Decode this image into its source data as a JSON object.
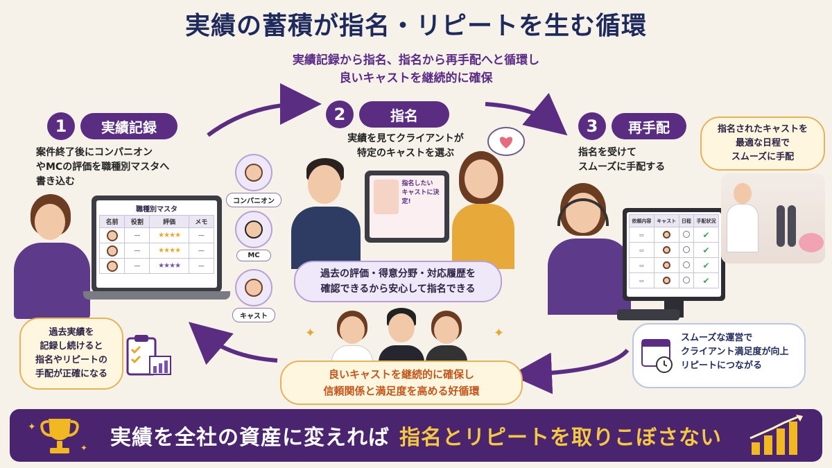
{
  "title": "実績の蓄積が指名・リピートを生む循環",
  "subtitle_lines": [
    "実績記録から指名、指名から再手配へと循環し",
    "良いキャストを継続的に確保"
  ],
  "steps": [
    {
      "number": "1",
      "label": "実績記録",
      "desc_lines": [
        "案件終了後にコンパニオン",
        "やMCの評価を職種別マスタへ",
        "書き込む"
      ]
    },
    {
      "number": "2",
      "label": "指名",
      "desc_lines": [
        "実績を見てクライアントが",
        "特定のキャストを選ぶ"
      ]
    },
    {
      "number": "3",
      "label": "再手配",
      "desc_lines": [
        "指名を受けて",
        "スムーズに手配する"
      ]
    }
  ],
  "master_table": {
    "title": "職種別マスタ",
    "headers": [
      "名前",
      "役割",
      "評価",
      "メモ"
    ],
    "rows": [
      {
        "stars": "★★★★",
        "color": "orange"
      },
      {
        "stars": "★★★★",
        "color": "orange"
      },
      {
        "stars": "★★★★",
        "color": "purple"
      }
    ]
  },
  "roles": [
    "コンパニオン",
    "MC",
    "キャスト"
  ],
  "laptop_note": [
    "指名したい",
    "キャストに決定!"
  ],
  "cloud_center": [
    "過去の評価・得意分野・対応履歴を",
    "確認できるから安心して指名できる"
  ],
  "cloud_left": [
    "過去実績を",
    "記録し続けると",
    "指名やリピートの",
    "手配が正確になる"
  ],
  "cloud_top_right": [
    "指名されたキャストを",
    "最適な日程で",
    "スムーズに手配"
  ],
  "cloud_bottom_right": [
    "スムーズな運営で",
    "クライアント満足度が向上",
    "リピートにつながる"
  ],
  "cloud_bottom_center": [
    "良いキャストを継続的に確保し",
    "信頼関係と満足度を高める好循環"
  ],
  "monitor_table": {
    "headers": [
      "依頼内容",
      "キャスト",
      "日程",
      "手配状況"
    ]
  },
  "footer": {
    "main": "実績を全社の資産に変えれば",
    "strong": "指名とリピートを取りこぼさない"
  },
  "colors": {
    "primary": "#5a2d82",
    "title": "#1f2a5c",
    "accent_gold": "#f5c842",
    "cloud_orange": "#e7b15a"
  },
  "icons": [
    "trophy-icon",
    "heart-icon",
    "clipboard-icon",
    "calendar-icon",
    "clock-icon",
    "rising-chart-icon",
    "sparkle-icon"
  ]
}
